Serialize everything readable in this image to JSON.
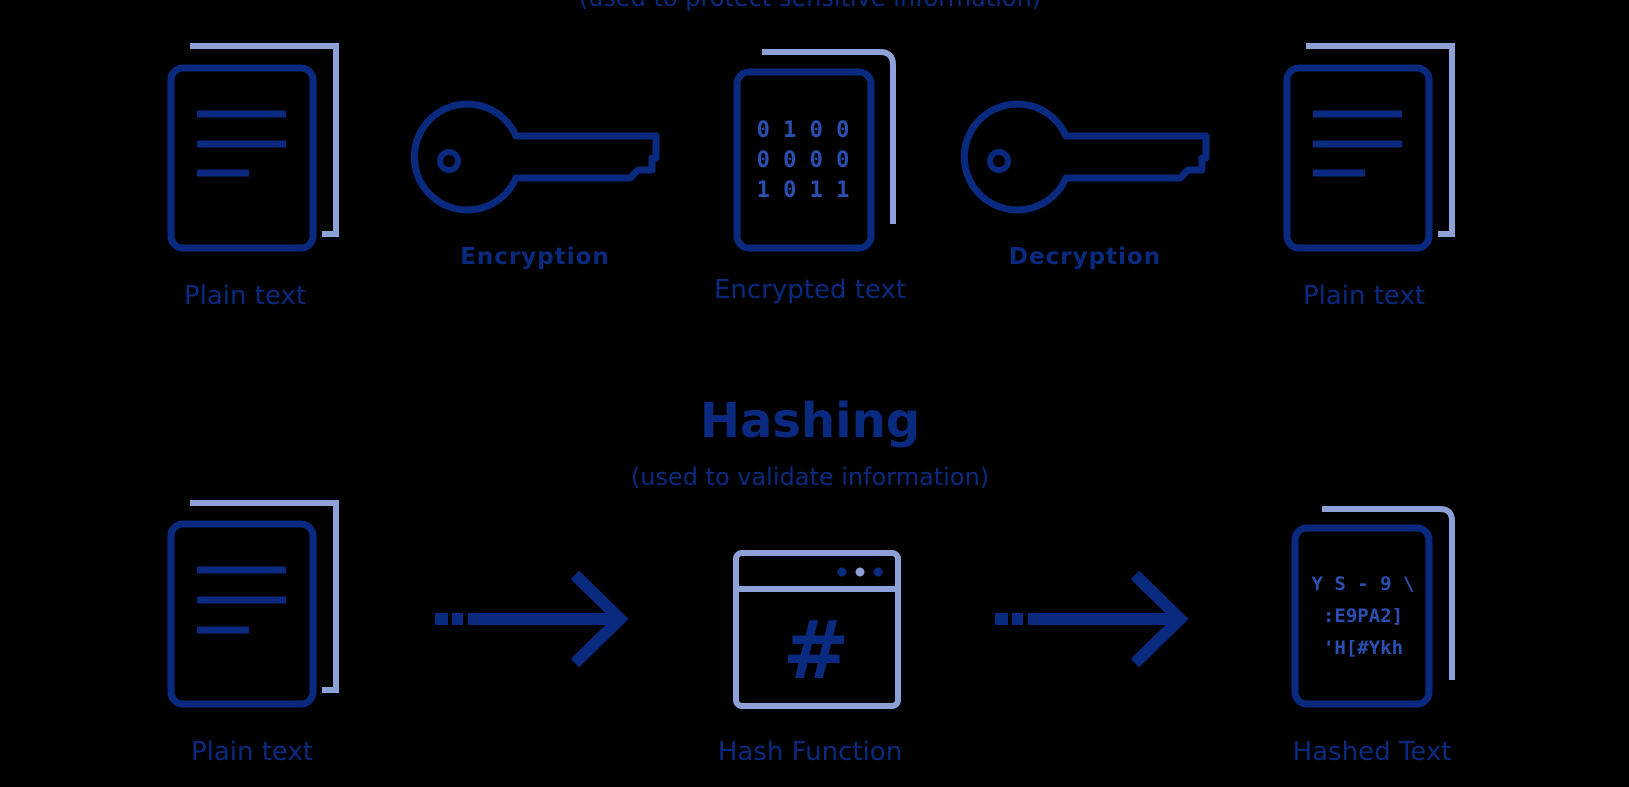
{
  "encryption": {
    "subtitle_partial": "(used to protect sensitive information)",
    "source_label": "Plain text",
    "encrypt_label": "Encryption",
    "encrypted_label": "Encrypted text",
    "decrypt_label": "Decryption",
    "result_label": "Plain text",
    "binary_rows": [
      "0 1 0 0",
      "0 0 0 0",
      "1 0 1 1"
    ]
  },
  "hashing": {
    "title": "Hashing",
    "subtitle": "(used to validate information)",
    "source_label": "Plain text",
    "function_label": "Hash Function",
    "function_symbol": "#",
    "result_label": "Hashed Text",
    "hash_rows": [
      "Y S - 9 \\",
      ":E9PA2]",
      "'H[#Ykh"
    ]
  },
  "colors": {
    "background": "#000000",
    "dark_blue": "#0a2a80",
    "light_blue": "#8ea0d8"
  }
}
